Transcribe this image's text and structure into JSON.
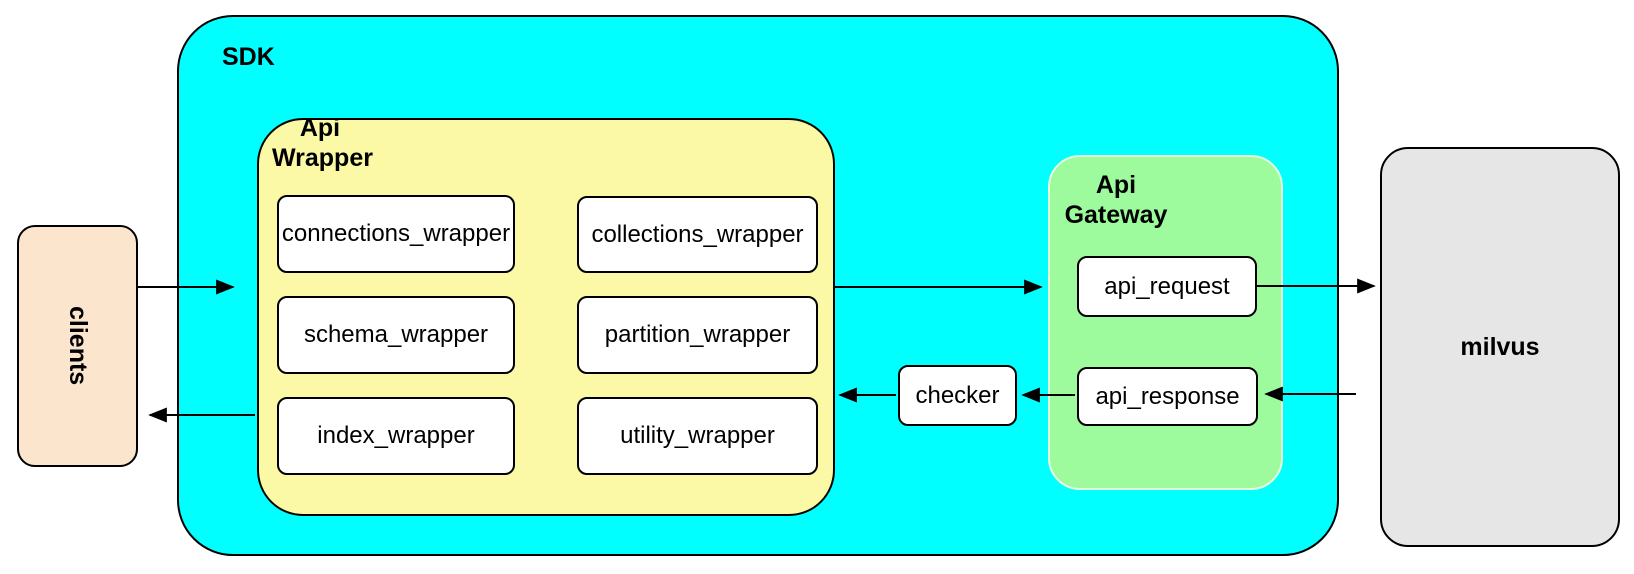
{
  "nodes": {
    "clients": {
      "label": "clients"
    },
    "sdk": {
      "label": "SDK"
    },
    "api_wrapper": {
      "label": "Api\nWrapper",
      "items": [
        "connections_wrapper",
        "collections_wrapper",
        "schema_wrapper",
        "partition_wrapper",
        "index_wrapper",
        "utility_wrapper"
      ]
    },
    "checker": {
      "label": "checker"
    },
    "api_gateway": {
      "label": "Api\nGateway",
      "items": [
        "api_request",
        "api_response"
      ]
    },
    "milvus": {
      "label": "milvus"
    }
  },
  "edges": [
    {
      "from": "clients",
      "to": "api_wrapper"
    },
    {
      "from": "api_wrapper",
      "to": "clients"
    },
    {
      "from": "api_wrapper",
      "to": "api_gateway"
    },
    {
      "from": "api_request",
      "to": "milvus"
    },
    {
      "from": "milvus",
      "to": "api_response"
    },
    {
      "from": "api_response",
      "to": "checker"
    },
    {
      "from": "checker",
      "to": "api_wrapper"
    }
  ],
  "colors": {
    "sdk_fill": "#00FFFF",
    "api_wrapper_fill": "#FBF9A5",
    "api_gateway_fill": "#9DFB9D",
    "api_gateway_border": "#E6FDD8",
    "clients_fill": "#FBE5CD",
    "milvus_fill": "#E6E6E6",
    "box_fill": "#FFFFFF",
    "stroke": "#000000"
  }
}
